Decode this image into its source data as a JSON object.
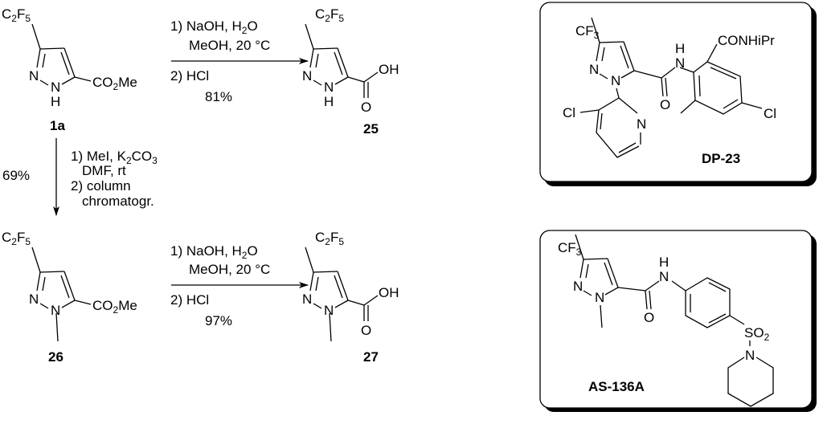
{
  "reaction1": {
    "cond": [
      "1) NaOH, H",
      "2",
      "O"
    ],
    "cond2": "MeOH, 20 °C",
    "cond3": "2) HCl",
    "yield": "81%"
  },
  "reaction2": {
    "cond": [
      "1) MeI, K",
      "2",
      "CO",
      "3"
    ],
    "cond2": "DMF, rt",
    "cond3": "2) column",
    "cond4": "chromatogr.",
    "yield": "69%"
  },
  "reaction3": {
    "cond": [
      "1) NaOH, H",
      "2",
      "O"
    ],
    "cond2": "MeOH, 20 °C",
    "cond3": "2) HCl",
    "yield": "97%"
  },
  "atoms": {
    "N": "N",
    "H": "H",
    "O": "O",
    "OH": "OH",
    "Cl": "Cl",
    "S": "S"
  },
  "groups": {
    "c2f5": [
      "C",
      "2",
      "F",
      "5"
    ],
    "cf3": [
      "CF",
      "3"
    ],
    "co2me": [
      "CO",
      "2",
      "Me"
    ],
    "conhipr": "CONHiPr",
    "so2": [
      "SO",
      "2"
    ]
  },
  "compounds": {
    "c1a": "1a",
    "c25": "25",
    "c26": "26",
    "c27": "27",
    "dp23": "DP-23",
    "as136a": "AS-136A"
  }
}
